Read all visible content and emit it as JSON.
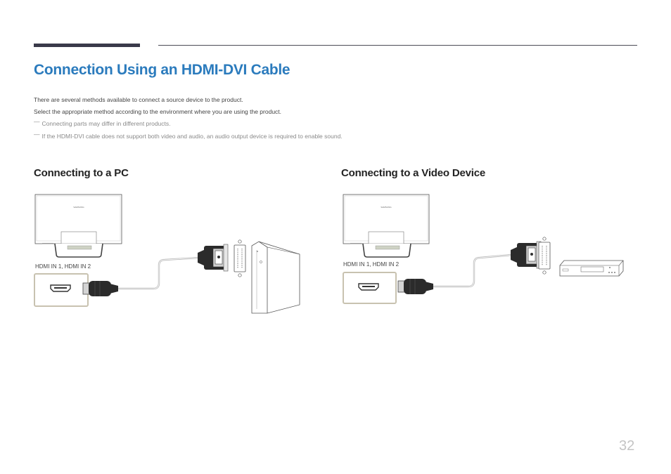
{
  "page": {
    "title": "Connection Using an HDMI-DVI Cable",
    "intro": [
      "There are several methods available to connect a source device to the product.",
      "Select the appropriate method according to the environment where you are using the product."
    ],
    "notes": [
      "Connecting parts may differ in different products.",
      "If the HDMI-DVI cable does not support both video and audio, an audio output device is required to enable sound."
    ],
    "note_marker": "—",
    "page_number": "32",
    "accent_color": "#2b7bbd"
  },
  "sections": {
    "pc": {
      "heading": "Connecting to a PC",
      "port_label": "HDMI IN 1, HDMI IN 2",
      "monitor_brand": "SAMSUNG"
    },
    "video": {
      "heading": "Connecting to a Video Device",
      "port_label": "HDMI IN 1, HDMI IN 2",
      "monitor_brand": "SAMSUNG"
    }
  }
}
